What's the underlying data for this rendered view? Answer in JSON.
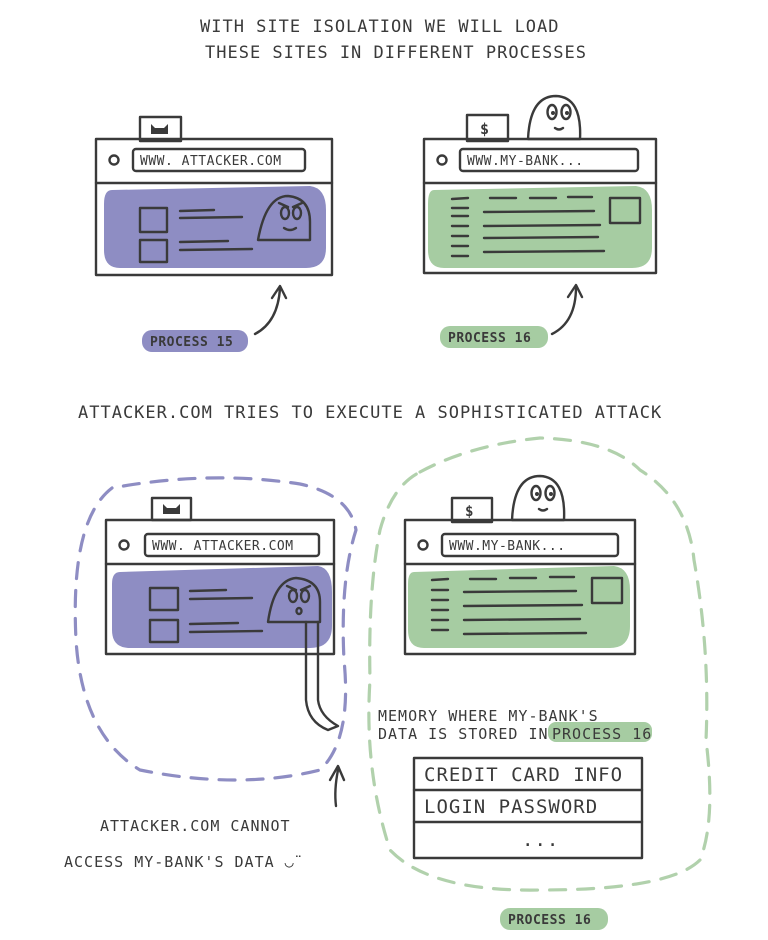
{
  "heading_top": [
    "WITH SITE ISOLATION WE WILL LOAD",
    "THESE SITES IN DIFFERENT PROCESSES"
  ],
  "heading_mid": "ATTACKER.COM TRIES TO EXECUTE A SOPHISTICATED ATTACK",
  "attacker_url": "WWW. ATTACKER.COM",
  "bank_url": "WWW.MY-BANK...",
  "dollar": "$",
  "process_attacker": "PROCESS 15",
  "process_bank": "PROCESS 16",
  "memory_note": {
    "line1": "MEMORY WHERE MY-BANK'S",
    "line2_prefix": "DATA IS STORED IN",
    "line2_highlight": "PROCESS 16"
  },
  "memory_rows": [
    "CREDIT CARD INFO",
    "LOGIN PASSWORD",
    "..."
  ],
  "cannot_note": [
    "ATTACKER.COM CANNOT",
    "ACCESS MY-BANK'S DATA ◡̈"
  ],
  "colors": {
    "purple": "#8e8dc3",
    "green": "#a6cca2",
    "ink": "#3a3a3a",
    "purple_dash": "#8e8dc3",
    "green_dash": "#b1d1ac"
  }
}
